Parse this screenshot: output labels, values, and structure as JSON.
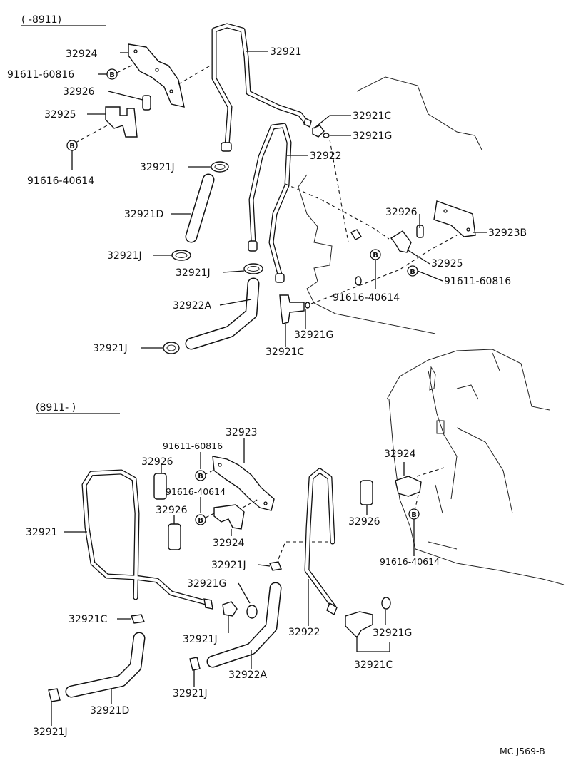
{
  "ranges": {
    "upper": "(      -8911)",
    "lower": "(8911-      )"
  },
  "upper_labels": [
    "32924",
    "91611-60816",
    "32926",
    "32925",
    "91616-40614",
    "32921",
    "32921C",
    "32921G",
    "32922",
    "32921J",
    "32921D",
    "32921J",
    "32921J",
    "32922A",
    "32921J",
    "32926",
    "32923B",
    "32925",
    "91611-60816",
    "91616-40614",
    "32921G",
    "32921C"
  ],
  "lower_labels": [
    "32923",
    "91611-60816",
    "32926",
    "91616-40614",
    "32926",
    "32924",
    "32921",
    "32921J",
    "32921G",
    "32921C",
    "32921J",
    "32921D",
    "32921J",
    "32922A",
    "32921J",
    "32922",
    "32926",
    "32924",
    "91616-40614",
    "32921G",
    "32921C"
  ],
  "bolt_mark": "B",
  "code": "MC J569-B"
}
